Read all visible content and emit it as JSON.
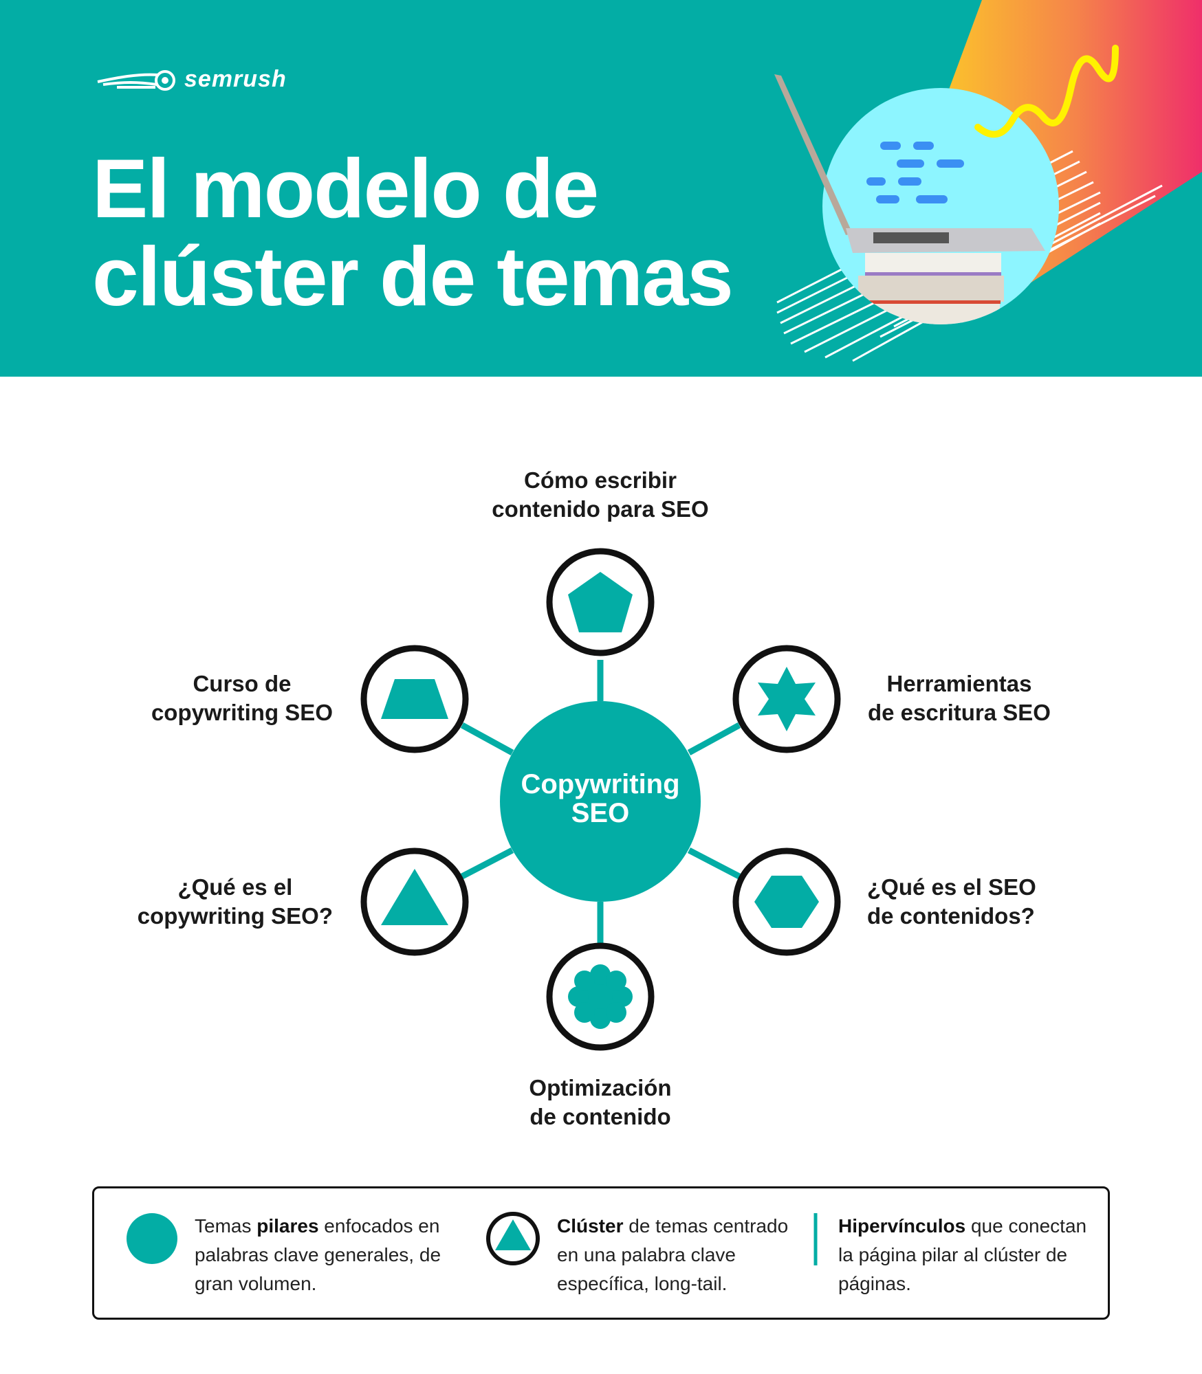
{
  "brand": {
    "logo_text": "semrush"
  },
  "header": {
    "title_line1": "El modelo de",
    "title_line2": "clúster de temas"
  },
  "diagram": {
    "center": "Copywriting SEO",
    "center_line1": "Copywriting",
    "center_line2": "SEO",
    "nodes": [
      {
        "line1": "Cómo escribir",
        "line2": "contenido para SEO",
        "shape": "pentagon"
      },
      {
        "line1": "Herramientas",
        "line2": "de escritura SEO",
        "shape": "star"
      },
      {
        "line1": "¿Qué es el SEO",
        "line2": "de contenidos?",
        "shape": "hexagon"
      },
      {
        "line1": "Optimización",
        "line2": "de contenido",
        "shape": "flower"
      },
      {
        "line1": "¿Qué es el",
        "line2": "copywriting SEO?",
        "shape": "triangle"
      },
      {
        "line1": "Curso de",
        "line2": "copywriting SEO",
        "shape": "trapezoid"
      }
    ]
  },
  "legend": {
    "pillar": {
      "bold": "pilares",
      "pre": "Temas ",
      "post": " enfocados en palabras clave generales, de gran volumen."
    },
    "cluster": {
      "bold": "Clúster",
      "post": " de temas centrado en una palabra clave específica, long-tail."
    },
    "links": {
      "bold": "Hipervínculos",
      "post": " que conectan la página pilar al clúster de páginas."
    }
  },
  "colors": {
    "teal": "#03ada5",
    "dark": "#111111",
    "light_blue": "#8df5ff"
  }
}
